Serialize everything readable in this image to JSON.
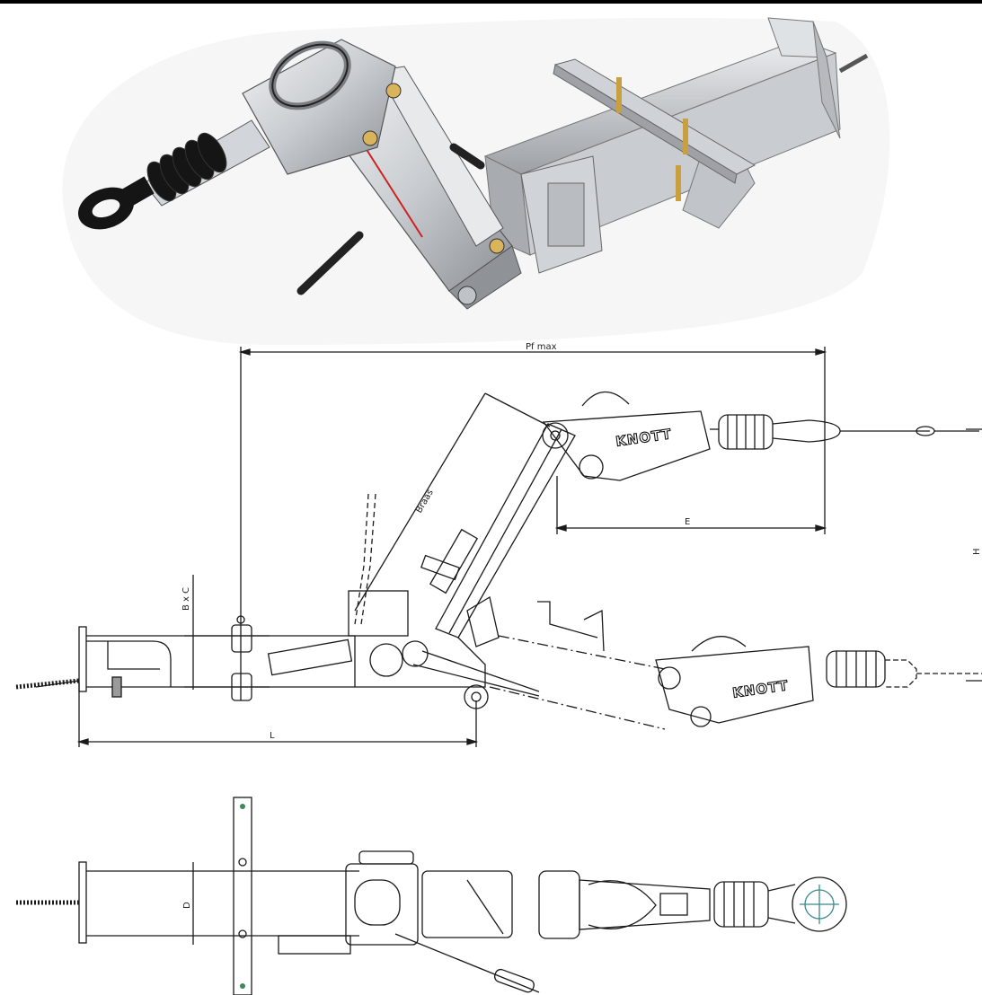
{
  "dimensions": {
    "pf_max": "Pf max",
    "e": "E",
    "l": "L",
    "b_x_c": "B x C",
    "h": "H",
    "d": "D",
    "braas": "Braas"
  },
  "branding": {
    "knott_logo": "KNOTT"
  },
  "colors": {
    "background": "#ffffff",
    "line": "#1a1a1a",
    "metal_light": "#d9dcdf",
    "metal_mid": "#a9adb2",
    "metal_dark": "#6e7277",
    "rubber": "#151515",
    "brass": "#c8a040"
  }
}
